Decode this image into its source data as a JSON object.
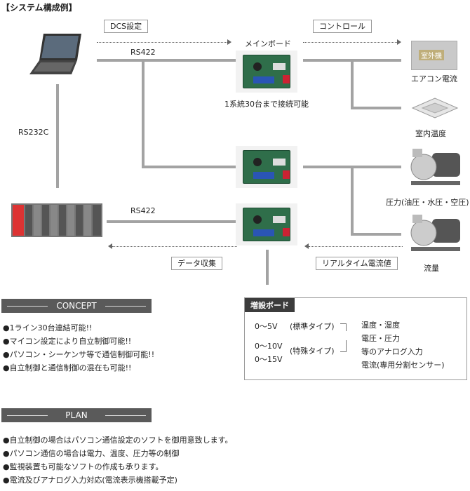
{
  "title": "【システム構成例】",
  "labels": {
    "dcs": "DCS設定",
    "control": "コントロール",
    "mainboard": "メインボード",
    "rs422_top": "RS422",
    "rs232c": "RS232C",
    "rs422_bottom": "RS422",
    "connect_note": "1系統30台まで接続可能",
    "data_collect": "データ収集",
    "realtime": "リアルタイム電流値"
  },
  "devices": {
    "aircon_tag": "室外機",
    "aircon": "エアコン電流",
    "indoor": "室内温度",
    "pressure": "圧力(油圧・水圧・空圧)",
    "flow": "流量"
  },
  "concept": {
    "heading": "CONCEPT",
    "items": [
      "1ライン30台連結可能!!",
      "マイコン設定により自立制御可能!!",
      "パソコン・シーケンサ等で通信制御可能!!",
      "自立制御と通信制御の混在も可能!!"
    ]
  },
  "expansion": {
    "heading": "増設ボード",
    "r1": "0～5V",
    "t1": "(標準タイプ)",
    "r2": "0～10V",
    "r3": "0～15V",
    "t2": "(特殊タイプ)",
    "o1": "温度・湿度",
    "o2": "電圧・圧力",
    "o3": "等のアナログ入力",
    "o4": "電流(専用分割センサー)"
  },
  "plan": {
    "heading": "PLAN",
    "items": [
      "自立制御の場合はパソコン通信設定のソフトを御用意致します。",
      "パソコン通信の場合は電力、温度、圧力等の制御",
      "監視装置も可能なソフトの作成も承ります。",
      "電流及びアナログ入力対応(電流表示機搭載予定)"
    ]
  }
}
